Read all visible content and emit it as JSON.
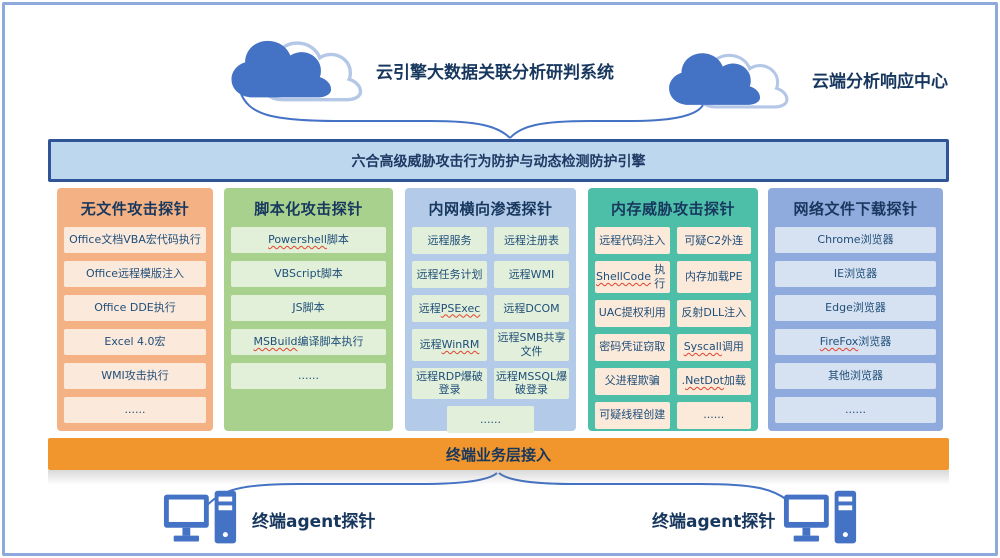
{
  "clouds": [
    {
      "label": "云引擎大数据关联分析研判系统"
    },
    {
      "label": "云端分析响应中心"
    }
  ],
  "engine_bar": {
    "label": "六合高级威胁攻击行为防护与动态检测防护引擎"
  },
  "columns": [
    {
      "title": "无文件攻击探针",
      "layout": "single",
      "container_color": "#F4B183",
      "item_color": "#FBE9DB",
      "items": [
        "Office文档VBA宏代码执行",
        "Office远程模版注入",
        "Office DDE执行",
        "Excel 4.0宏",
        "WMI攻击执行",
        "......"
      ]
    },
    {
      "title": "脚本化攻击探针",
      "layout": "single",
      "container_color": "#A9D18E",
      "item_color": "#E2F0D9",
      "items": [
        "Powershell脚本",
        "VBScript脚本",
        "JS脚本",
        "MSBuild编译脚本执行",
        "......"
      ]
    },
    {
      "title": "内网横向渗透探针",
      "layout": "double",
      "container_color": "#B3CBE8",
      "item_color": "#E2EFDA",
      "left": [
        "远程服务",
        "远程任务计划",
        "远程PSExec",
        "远程WinRM",
        "远程RDP爆破登录"
      ],
      "right": [
        "远程注册表",
        "远程WMI",
        "远程DCOM",
        "远程SMB共享文件",
        "远程MSSQL爆破登录"
      ],
      "footer": "......"
    },
    {
      "title": "内存威胁攻击探针",
      "layout": "double",
      "container_color": "#4DBFA8",
      "item_color": "#FBE9DA",
      "left": [
        "远程代码注入",
        "ShellCode执行",
        "UAC提权利用",
        "密码凭证窃取",
        "父进程欺骗",
        "可疑线程创建"
      ],
      "right": [
        "可疑C2外连",
        "内存加载PE",
        "反射DLL注入",
        "Syscall调用",
        ".NetDot加载",
        "......"
      ]
    },
    {
      "title": "网络文件下载探针",
      "layout": "single",
      "container_color": "#8FAADC",
      "item_color": "#D6E2F2",
      "items": [
        "Chrome浏览器",
        "IE浏览器",
        "Edge浏览器",
        "FireFox浏览器",
        "其他浏览器",
        "......"
      ]
    }
  ],
  "terminal_bar": {
    "label": "终端业务层接入"
  },
  "agents": [
    {
      "label": "终端agent探针"
    },
    {
      "label": "终端agent探针"
    }
  ],
  "spellcheck_underlined": [
    "Powershell",
    "MSBuild",
    "PSExec",
    "WinRM",
    "ShellCode",
    "Syscall",
    "NetDot",
    "FireFox"
  ],
  "colors": {
    "cloud": "#4472C4",
    "cloud_outline": "#B4C7E7",
    "connector": "#4472C4",
    "frame_border": "#8EA9DB",
    "engine_fill": "#BDD7EE",
    "engine_border": "#2F5597",
    "terminal_bar": "#F0962D"
  }
}
